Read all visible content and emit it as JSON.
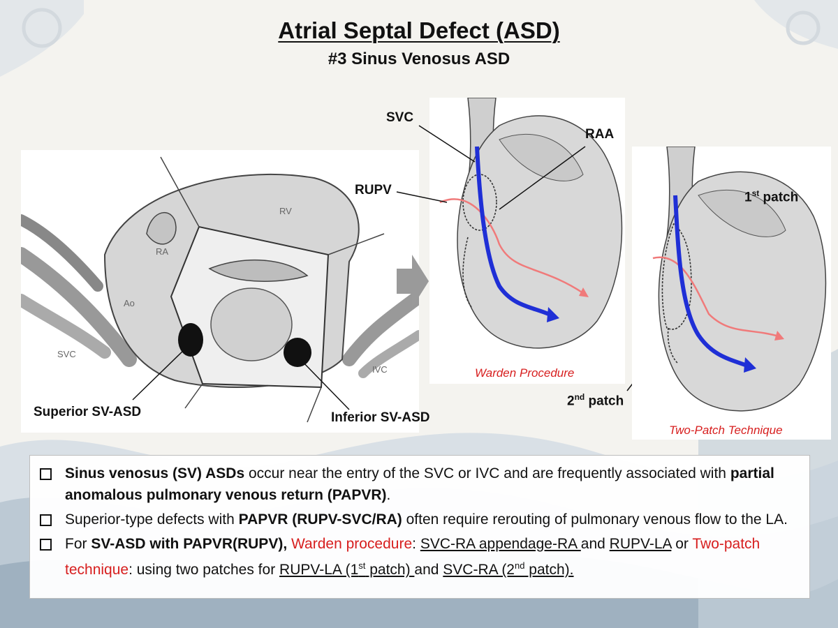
{
  "header": {
    "title": "Atrial Septal Defect (ASD)",
    "subtitle": "#3 Sinus Venosus ASD"
  },
  "left_figure": {
    "anatomy_labels": {
      "rv": "RV",
      "ra": "RA",
      "ao": "Ao",
      "svc": "SVC",
      "ivc": "IVC"
    },
    "callouts": {
      "superior": "Superior SV-ASD",
      "inferior": "Inferior SV-ASD"
    }
  },
  "warden_figure": {
    "svc": "SVC",
    "raa": "RAA",
    "rupv": "RUPV",
    "caption": "Warden Procedure"
  },
  "twopatch_figure": {
    "first_patch": {
      "num": "1",
      "sup": "st",
      "text": " patch"
    },
    "second_patch": {
      "num": "2",
      "sup": "nd",
      "text": " patch"
    },
    "caption": "Two-Patch Technique"
  },
  "notes": {
    "n1": {
      "b1": "Sinus venosus (SV) ASDs",
      "t1": " occur near the entry of the SVC or IVC and are frequently associated with ",
      "b2": "partial anomalous pulmonary venous return (PAPVR)",
      "t2": "."
    },
    "n2": {
      "t1": "Superior-type defects with ",
      "b1": "PAPVR (RUPV-SVC/RA)",
      "t2": " often require rerouting of pulmonary venous flow to the LA."
    },
    "n3": {
      "t1": "For ",
      "b1": "SV-ASD with PAPVR(RUPV),",
      "r1": " Warden procedure",
      "t2": ": ",
      "u1": "SVC-RA appendage-RA ",
      "t3": "and ",
      "u2": "RUPV-LA",
      "t4": " or ",
      "r2": "Two-patch technique",
      "t5": ": using two patches for ",
      "u3a": "RUPV-LA (1",
      "u3s": "st",
      "u3b": " patch) ",
      "t6": "and ",
      "u4a": "SVC-RA (2",
      "u4s": "nd",
      "u4b": " patch)."
    }
  },
  "colors": {
    "accent_red": "#d71e1e",
    "flow_blue": "#1f2fd6",
    "flow_red": "#f07a7a"
  }
}
